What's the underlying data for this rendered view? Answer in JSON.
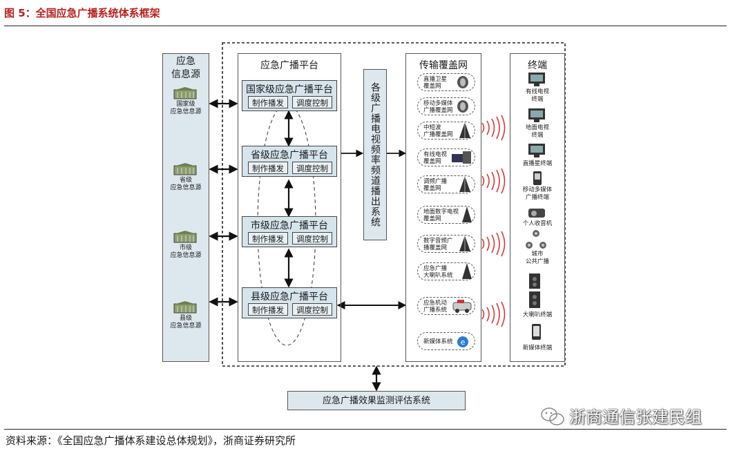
{
  "figure_title": "图 5：全国应急广播系统体系框架",
  "source_note": "资料来源：《全国应急广播体系建设总体规划》，浙商证券研究所",
  "watermark": "浙商通信张建民组",
  "colors": {
    "title_red": "#b8211f",
    "panel_fill": "#dde8ee",
    "platform_fill": "#d6e4ec",
    "wave_red": "#d8373a"
  },
  "info_source": {
    "title_line1": "应急",
    "title_line2": "信息源",
    "items": [
      {
        "line1": "国家级",
        "line2": "应急信息源"
      },
      {
        "line1": "省级",
        "line2": "应急信息源"
      },
      {
        "line1": "市级",
        "line2": "应急信息源"
      },
      {
        "line1": "县级",
        "line2": "应急信息源"
      }
    ]
  },
  "platform_column": {
    "title": "应急广播平台",
    "platforms": [
      {
        "name": "国家级应急广播平台",
        "btn1": "制作播发",
        "btn2": "调度控制"
      },
      {
        "name": "省级应急广播平台",
        "btn1": "制作播发",
        "btn2": "调度控制"
      },
      {
        "name": "市级应急广播平台",
        "btn1": "制作播发",
        "btn2": "调度控制"
      },
      {
        "name": "县级应急广播平台",
        "btn1": "制作播发",
        "btn2": "调度控制"
      }
    ]
  },
  "playout_system": "各级广播电视频率频道播出系统",
  "transmission": {
    "title": "传输覆盖网",
    "networks": [
      {
        "line1": "直播卫星",
        "line2": "覆盖网"
      },
      {
        "line1": "移动多媒体",
        "line2": "广播覆盖网"
      },
      {
        "line1": "中短波",
        "line2": "广播覆盖网"
      },
      {
        "line1": "有线电视",
        "line2": "覆盖网"
      },
      {
        "line1": "调频广播",
        "line2": "覆盖网"
      },
      {
        "line1": "地面数字电视",
        "line2": "覆盖网"
      },
      {
        "line1": "数字音频广",
        "line2": "播覆盖网"
      },
      {
        "line1": "应急广播",
        "line2": "大喇叭系统"
      },
      {
        "line1": "应急机动",
        "line2": "广播系统"
      },
      {
        "line1": "新媒体系统",
        "line2": ""
      }
    ]
  },
  "terminals": {
    "title": "终端",
    "items": [
      {
        "line1": "有线电视",
        "line2": "终端"
      },
      {
        "line1": "地面电视",
        "line2": "终端"
      },
      {
        "line1": "直播星终端",
        "line2": ""
      },
      {
        "line1": "移动多媒体",
        "line2": "广播终端"
      },
      {
        "line1": "个人收音机",
        "line2": ""
      },
      {
        "line1": "城市",
        "line2": "公共广播"
      },
      {
        "line1": "大喇叭终端",
        "line2": ""
      },
      {
        "line1": "新媒体终端",
        "line2": ""
      }
    ]
  },
  "evaluation_system": "应急广播效果监测评估系统"
}
